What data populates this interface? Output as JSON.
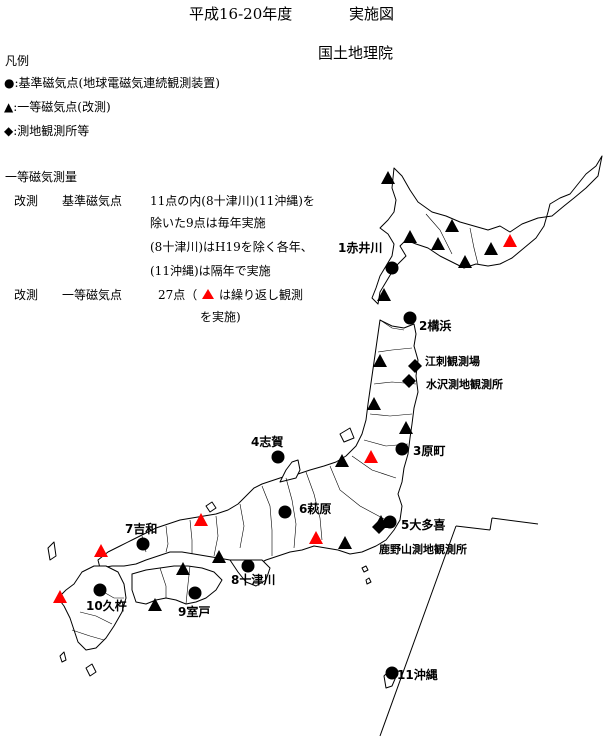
{
  "title": "平成16-20年度",
  "title_suffix": "実施図",
  "organization": "国土地理院",
  "legend": {
    "heading": "凡例",
    "items": [
      {
        "symbol": "circle",
        "text": "●:基準磁気点(地球電磁気連続観測装置)"
      },
      {
        "symbol": "triangle",
        "text": "▲:一等磁気点(改測)"
      },
      {
        "symbol": "diamond",
        "text": "◆:測地観測所等"
      }
    ]
  },
  "survey": {
    "heading": "一等磁気測量",
    "row1_a": "改測",
    "row1_b": "基準磁気点",
    "row1_c1": "11点の内(8十津川)(11沖縄)を",
    "row1_c2": "除いた9点は毎年実施",
    "row1_c3": "(8十津川)はH19を除く各年、",
    "row1_c4": "(11沖縄)は隔年で実施",
    "row2_a": "改測",
    "row2_b": "一等磁気点",
    "row2_c1": "27点（",
    "row2_c1b": "は繰り返し観測",
    "row2_c2": "を実施)"
  },
  "stations": [
    {
      "label": "1赤井川"
    },
    {
      "label": "2構浜"
    },
    {
      "label": "3原町"
    },
    {
      "label": "4志賀"
    },
    {
      "label": "5大多喜"
    },
    {
      "label": "6萩原"
    },
    {
      "label": "7吉和"
    },
    {
      "label": "8十津川"
    },
    {
      "label": "9室戸"
    },
    {
      "label": "10久杵"
    },
    {
      "label": "11沖縄"
    }
  ],
  "observatories": [
    {
      "label": "江刺観測場"
    },
    {
      "label": "水沢測地観測所"
    },
    {
      "label": "鹿野山測地観測所"
    }
  ],
  "colors": {
    "repeat_triangle": "#ff0000",
    "marker": "#000000"
  }
}
